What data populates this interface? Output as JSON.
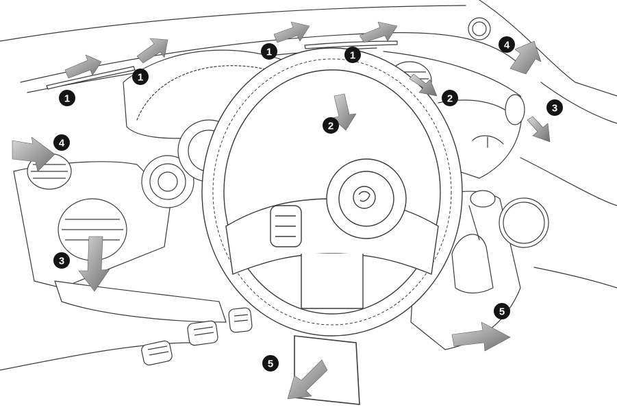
{
  "figure": {
    "type": "dashboard-air-vent-diagram",
    "colors": {
      "line": "#3a3a3a",
      "fill": "#ffffff",
      "callout": "#141414",
      "callout_text": "#ffffff",
      "arrow_light": "#d9d9d9",
      "arrow_dark": "#6f6f6f"
    }
  },
  "callouts": [
    {
      "id": "c1",
      "label": "1"
    },
    {
      "id": "c2",
      "label": "1"
    },
    {
      "id": "c3",
      "label": "1"
    },
    {
      "id": "c4",
      "label": "1"
    },
    {
      "id": "c5",
      "label": "2"
    },
    {
      "id": "c6",
      "label": "2"
    },
    {
      "id": "c7",
      "label": "3"
    },
    {
      "id": "c8",
      "label": "3"
    },
    {
      "id": "c9",
      "label": "4"
    },
    {
      "id": "c10",
      "label": "4"
    },
    {
      "id": "c11",
      "label": "5"
    },
    {
      "id": "c12",
      "label": "5"
    }
  ]
}
